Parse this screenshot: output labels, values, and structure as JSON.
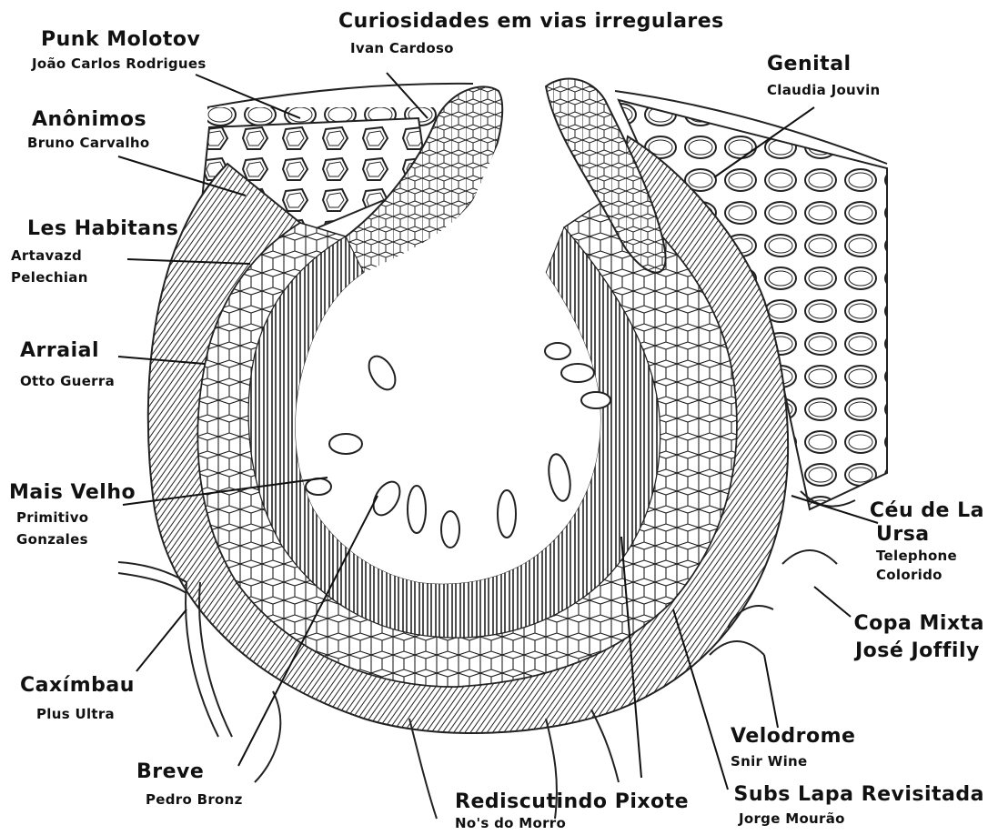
{
  "labels": [
    {
      "title": "Punk Molotov",
      "subtitle": "João Carlos Rodrigues"
    },
    {
      "title": "Curiosidades em vias irregulares",
      "subtitle": "Ivan Cardoso"
    },
    {
      "title": "Genital",
      "subtitle": "Claudia Jouvin"
    },
    {
      "title": "Anônimos",
      "subtitle": "Bruno Carvalho"
    },
    {
      "title": "Les Habitans",
      "subtitle": "Artavazd",
      "subtitle2": "Pelechian"
    },
    {
      "title": "Arraial",
      "subtitle": "Otto Guerra"
    },
    {
      "title": "Mais Velho",
      "subtitle": "Primitivo",
      "subtitle2": "Gonzales"
    },
    {
      "title": "Céu de La",
      "title2": "Ursa",
      "subtitle": "Telephone",
      "subtitle2": "Colorido"
    },
    {
      "title": "Copa Mixta",
      "subtitle": "José Joffily"
    },
    {
      "title": "Caxímbau",
      "subtitle": "Plus Ultra"
    },
    {
      "title": "Velodrome",
      "subtitle": "Snir Wine"
    },
    {
      "title": "Breve",
      "subtitle": "Pedro Bronz"
    },
    {
      "title": "Rediscutindo Pixote",
      "subtitle": "No's do Morro"
    },
    {
      "title": "Subs Lapa Revisitada",
      "subtitle": "Jorge Mourão"
    }
  ]
}
